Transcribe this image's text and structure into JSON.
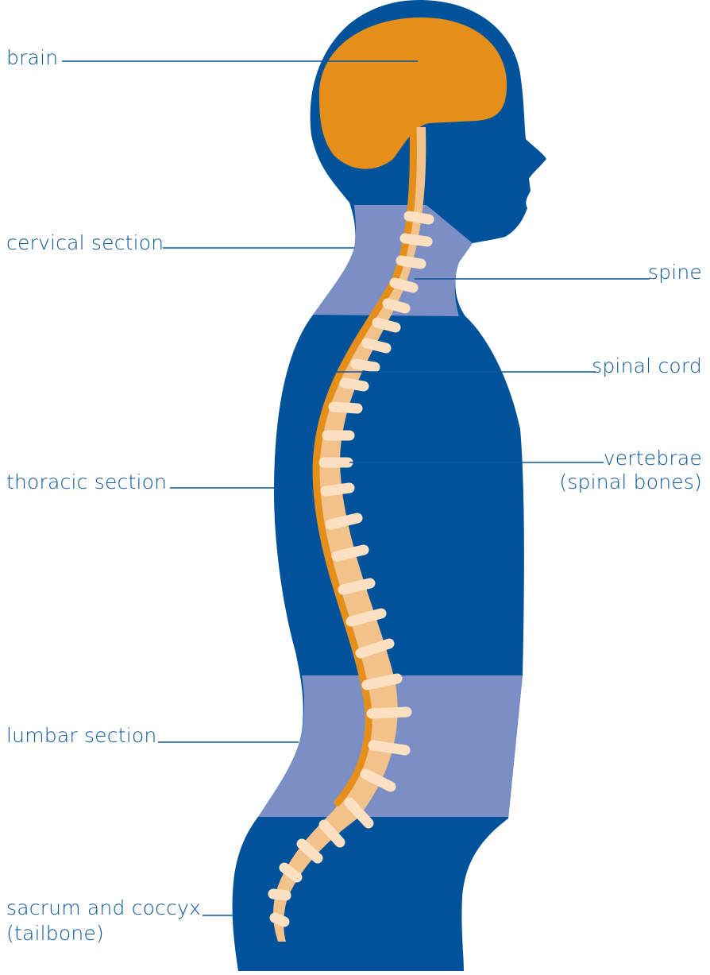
{
  "labels": {
    "brain": "brain",
    "cervical": "cervical section",
    "spine": "spine",
    "spinal_cord": "spinal cord",
    "vertebrae_line1": "vertebrae",
    "vertebrae_line2": "(spinal bones)",
    "thoracic": "thoracic section",
    "lumbar": "lumbar section",
    "sacrum_line1": "sacrum and coccyx",
    "sacrum_line2": "(tailbone)"
  },
  "colors": {
    "body": "#00529b",
    "section_band": "#7b8fc4",
    "brain": "#e58e1a",
    "spinal_cord": "#e58e1a",
    "spine": "#f3c28b",
    "vertebra": "#fbe1c2",
    "label_text": "#0a55a0",
    "leader_line": "#0a55a0"
  }
}
